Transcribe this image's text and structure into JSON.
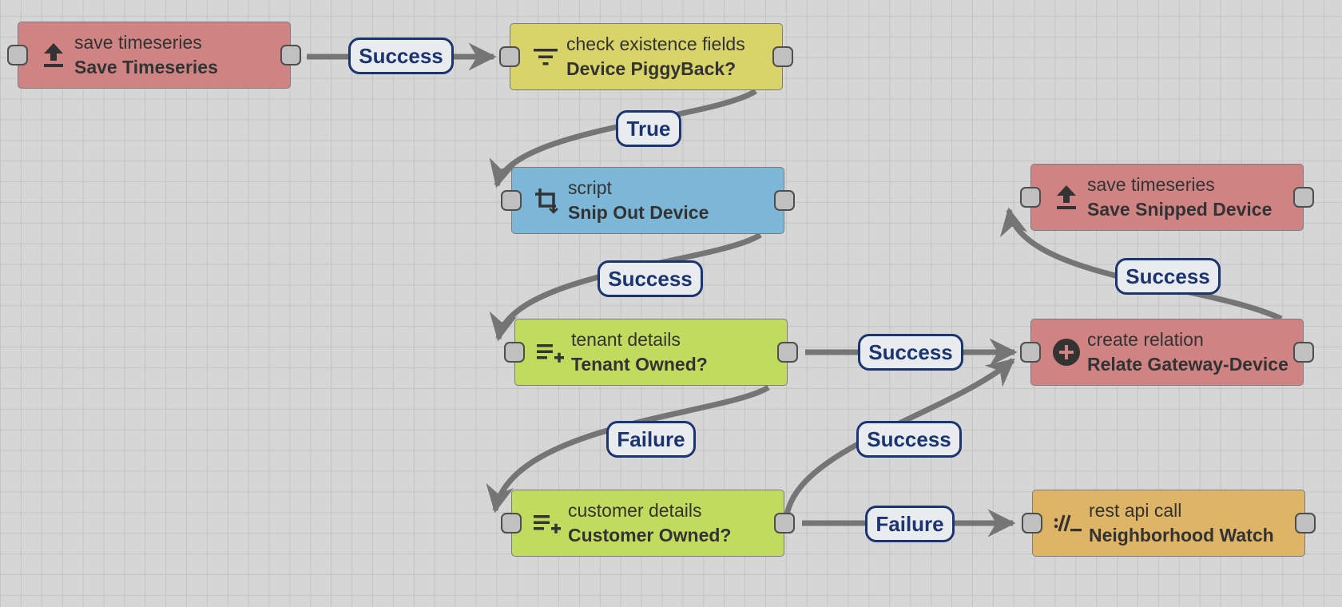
{
  "colors": {
    "save_timeseries": "#cf8483",
    "filter": "#d8d46a",
    "script": "#7db7d7",
    "enrichment": "#c1db5f",
    "action": "#cf8483",
    "external": "#deb566",
    "label_border": "#1c3570",
    "edge": "#757575",
    "canvas": "#d6d6d6"
  },
  "nodes": {
    "save_timeseries": {
      "type": "save timeseries",
      "name": "Save Timeseries",
      "icon": "upload-icon"
    },
    "check_existence": {
      "type": "check existence fields",
      "name": "Device PiggyBack?",
      "icon": "filter-icon"
    },
    "script": {
      "type": "script",
      "name": "Snip Out Device",
      "icon": "crop-icon"
    },
    "tenant_details": {
      "type": "tenant details",
      "name": "Tenant Owned?",
      "icon": "playlist-add-icon"
    },
    "customer_details": {
      "type": "customer details",
      "name": "Customer Owned?",
      "icon": "playlist-add-icon"
    },
    "save_snipped": {
      "type": "save timeseries",
      "name": "Save Snipped Device",
      "icon": "upload-icon"
    },
    "create_relation": {
      "type": "create relation",
      "name": "Relate Gateway-Device",
      "icon": "add-circle-icon"
    },
    "rest_api": {
      "type": "rest api call",
      "name": "Neighborhood Watch",
      "icon": "api-icon"
    }
  },
  "edges": {
    "save_to_check": "Success",
    "check_to_script": "True",
    "script_to_tenant": "Success",
    "tenant_to_relation": "Success",
    "tenant_to_customer": "Failure",
    "customer_to_relation": "Success",
    "customer_to_rest": "Failure",
    "relation_to_snipped": "Success"
  }
}
